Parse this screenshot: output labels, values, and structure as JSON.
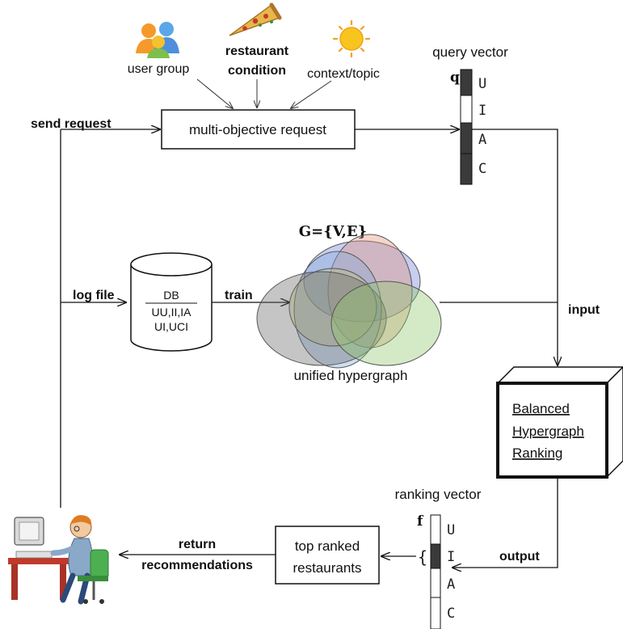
{
  "inputs": {
    "user_group": "user group",
    "restaurant_condition_line1": "restaurant",
    "restaurant_condition_line2": "condition",
    "context_topic": "context/topic"
  },
  "request_box": "multi-objective request",
  "send_request": "send request",
  "query_vector": {
    "title": "query vector",
    "symbol": "q",
    "cells": [
      "U",
      "I",
      "A",
      "C"
    ]
  },
  "log_file": "log file",
  "database": {
    "title": "DB",
    "line1": "UU,II,IA",
    "line2": "UI,UCI"
  },
  "train": "train",
  "hypergraph": {
    "title": "G={V,E}",
    "caption": "unified hypergraph"
  },
  "input_label": "input",
  "ranking_box": {
    "line1": "Balanced",
    "line2": "Hypergraph",
    "line3": "Ranking"
  },
  "ranking_vector": {
    "title": "ranking vector",
    "symbol": "f",
    "brace": "{",
    "cells": [
      "U",
      "I",
      "A",
      "C"
    ]
  },
  "output_label": "output",
  "top_ranked": {
    "line1": "top ranked",
    "line2": "restaurants"
  },
  "return_recs": {
    "line1": "return",
    "line2": "recommendations"
  },
  "icons": {
    "user_group": "user-group-icon",
    "pizza": "pizza-slice-icon",
    "sun": "sun-icon",
    "user_at_computer": "user-at-computer-icon"
  }
}
